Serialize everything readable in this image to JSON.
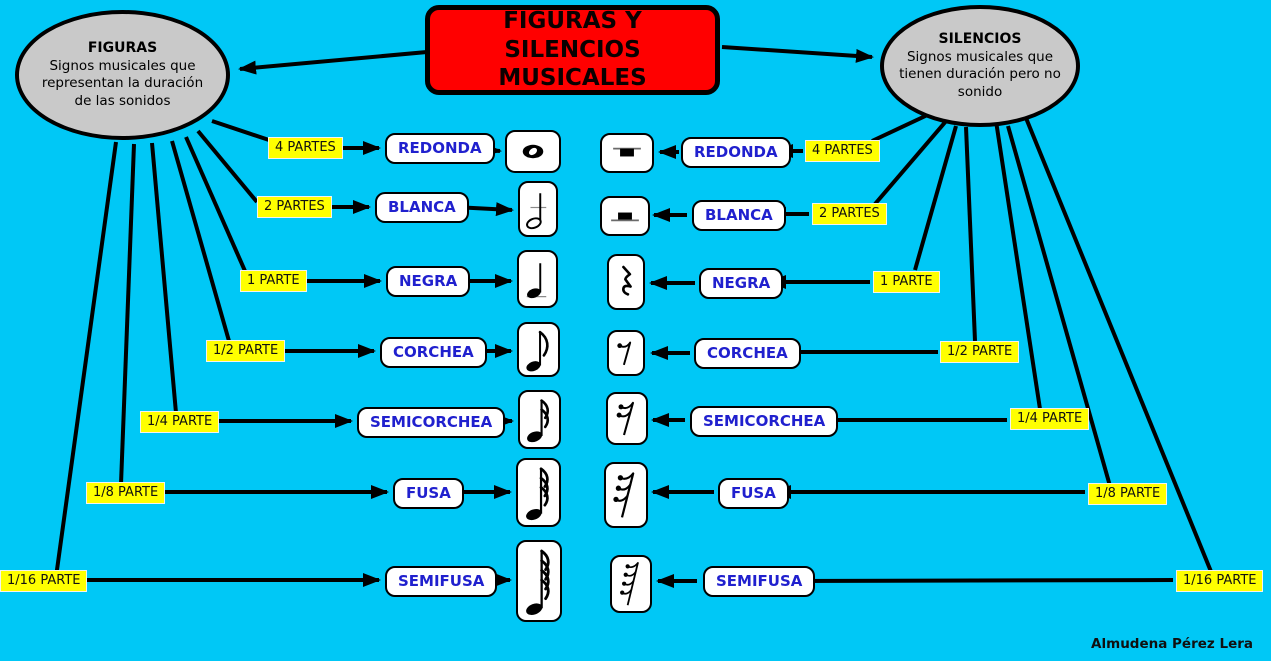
{
  "title": {
    "line1": "FIGURAS Y",
    "line2": "SILENCIOS MUSICALES"
  },
  "figuras": {
    "title": "FIGURAS",
    "description": "Signos musicales que representan la duración de las sonidos"
  },
  "silencios": {
    "title": "SILENCIOS",
    "description": "Signos musicales que tienen duración pero no sonido"
  },
  "rows": [
    {
      "parts": "4 PARTES",
      "figure": "REDONDA",
      "note_icon": "whole-note-icon",
      "rest_icon": "whole-rest-icon"
    },
    {
      "parts": "2 PARTES",
      "figure": "BLANCA",
      "note_icon": "half-note-icon",
      "rest_icon": "half-rest-icon"
    },
    {
      "parts": "1 PARTE",
      "figure": "NEGRA",
      "note_icon": "quarter-note-icon",
      "rest_icon": "quarter-rest-icon"
    },
    {
      "parts": "1/2 PARTE",
      "figure": "CORCHEA",
      "note_icon": "eighth-note-icon",
      "rest_icon": "eighth-rest-icon"
    },
    {
      "parts": "1/4 PARTE",
      "figure": "SEMICORCHEA",
      "note_icon": "sixteenth-note-icon",
      "rest_icon": "sixteenth-rest-icon"
    },
    {
      "parts": "1/8 PARTE",
      "figure": "FUSA",
      "note_icon": "thirtysecond-note-icon",
      "rest_icon": "thirtysecond-rest-icon"
    },
    {
      "parts": "1/16 PARTE",
      "figure": "SEMIFUSA",
      "note_icon": "sixtyfourth-note-icon",
      "rest_icon": "sixtyfourth-rest-icon"
    }
  ],
  "author": "Almudena Pérez Lera",
  "colors": {
    "background": "#00c8f6",
    "title_bg": "#ff0000",
    "ellipse_bg": "#c9c9c9",
    "label_bg": "#ffff00",
    "figure_text": "#2020ce",
    "line": "#000000"
  }
}
